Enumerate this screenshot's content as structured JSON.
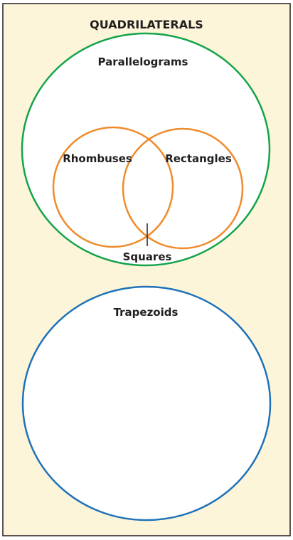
{
  "diagram": {
    "title": "QUADRILATERALS",
    "sets": {
      "parallelograms": "Parallelograms",
      "rhombuses": "Rhombuses",
      "rectangles": "Rectangles",
      "squares": "Squares",
      "trapezoids": "Trapezoids"
    }
  },
  "colors": {
    "background": "#fdf5d9",
    "frame": "#231f20",
    "parallelograms": "#13a44a",
    "rhombuses": "#ef8b2c",
    "rectangles": "#ef8b2c",
    "trapezoids": "#1f72b8",
    "text": "#231f20"
  }
}
